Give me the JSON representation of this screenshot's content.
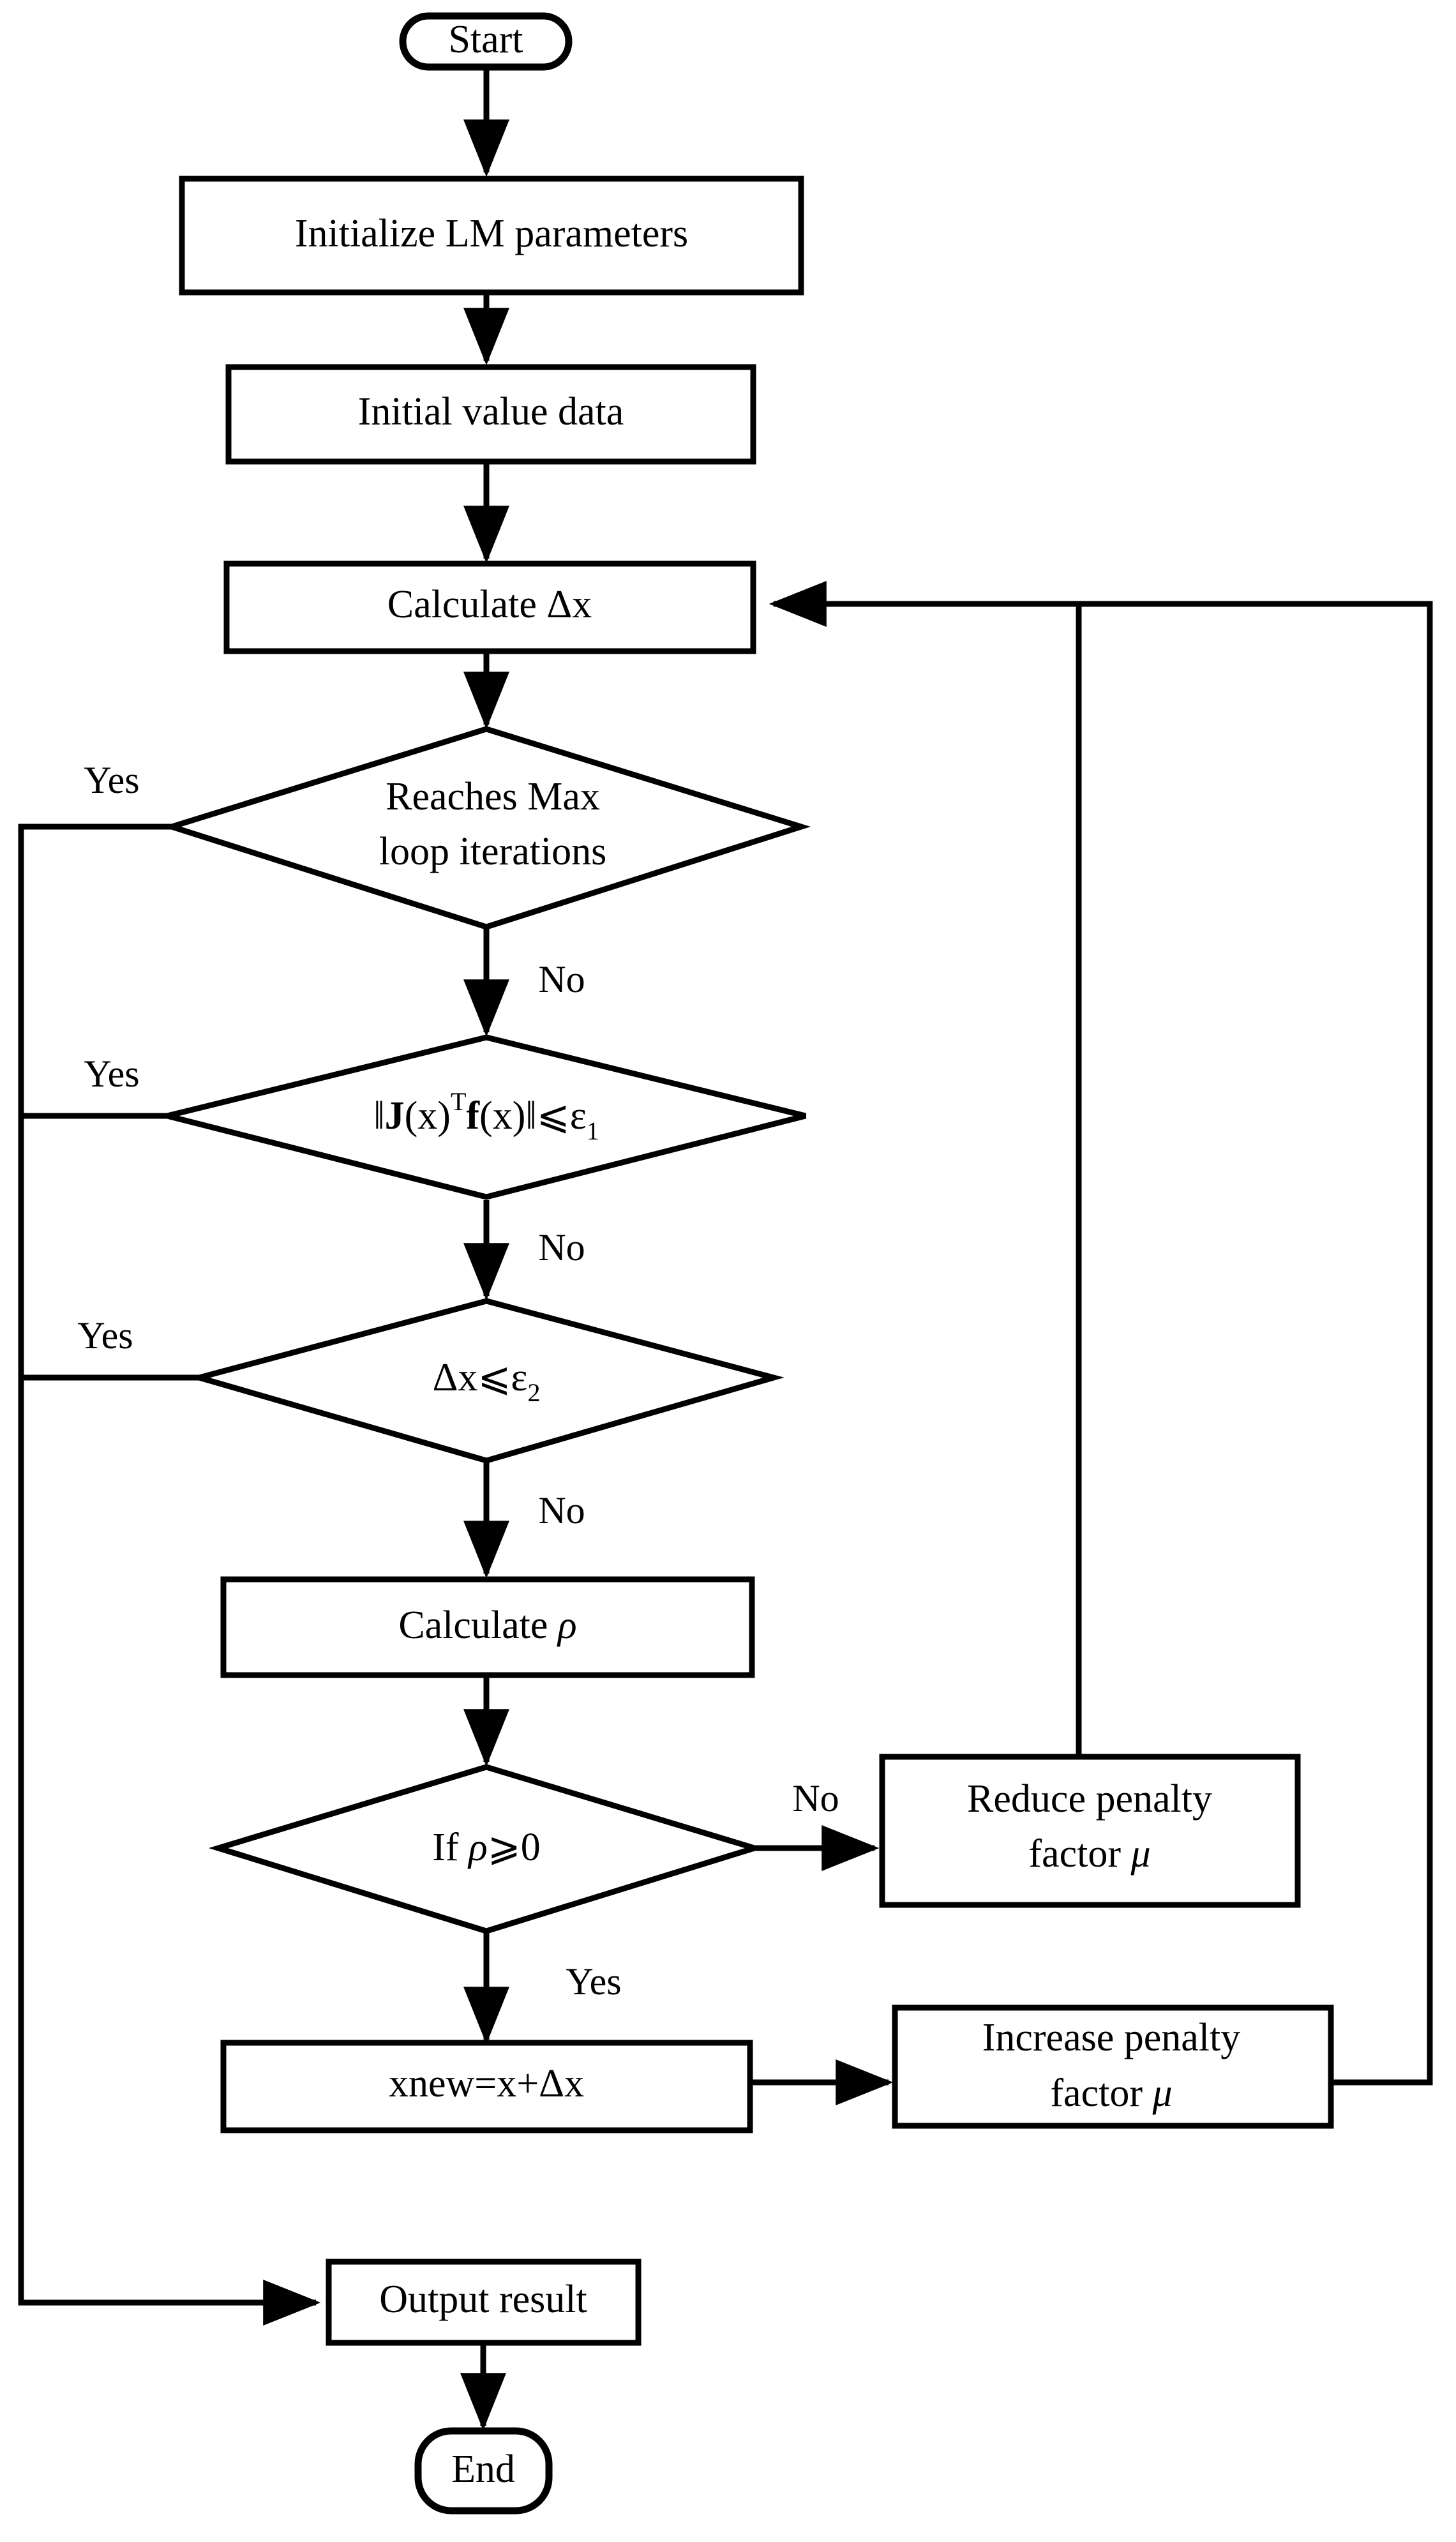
{
  "diagram": {
    "title": "Levenberg-Marquardt algorithm flowchart",
    "type": "flowchart",
    "background_color": "#ffffff",
    "line_color": "#000000"
  },
  "nodes": {
    "start": {
      "label": "Start",
      "shape": "terminator"
    },
    "init_params": {
      "label": "Initialize LM parameters",
      "shape": "process"
    },
    "init_value": {
      "label": "Initial value data",
      "shape": "process"
    },
    "calc_dx": {
      "label": "Calculate Δx",
      "shape": "process"
    },
    "max_iter": {
      "line1": "Reaches Max",
      "line2": "loop iterations",
      "shape": "decision"
    },
    "grad_test": {
      "norm_open": "‖",
      "J": "J",
      "xa": "(x)",
      "T": "T",
      "f": "f",
      "xb": "(x)",
      "norm_close": "‖",
      "op": "⩽",
      "eps": "ε",
      "eps_sub": "1",
      "shape": "decision"
    },
    "step_test": {
      "delta": "Δx",
      "op": "⩽",
      "eps": "ε",
      "eps_sub": "2",
      "shape": "decision"
    },
    "calc_rho": {
      "prefix": "Calculate ",
      "symbol": "ρ",
      "shape": "process"
    },
    "rho_test": {
      "prefix": "If ",
      "symbol": "ρ",
      "op": "⩾",
      "value": "0",
      "shape": "decision"
    },
    "reduce_mu": {
      "line1": "Reduce penalty",
      "line2_prefix": "factor ",
      "line2_symbol": "μ",
      "shape": "process"
    },
    "increase_mu": {
      "line1": "Increase penalty",
      "line2_prefix": "factor ",
      "line2_symbol": "μ",
      "shape": "process"
    },
    "xnew": {
      "label": "xnew=x+Δx",
      "shape": "process"
    },
    "output": {
      "label": "Output result",
      "shape": "process"
    },
    "end": {
      "label": "End",
      "shape": "terminator"
    }
  },
  "edge_labels": {
    "yes_max_iter": "Yes",
    "no_max_iter": "No",
    "yes_grad": "Yes",
    "no_grad": "No",
    "yes_step": "Yes",
    "no_step": "No",
    "no_rho": "No",
    "yes_rho": "Yes"
  }
}
